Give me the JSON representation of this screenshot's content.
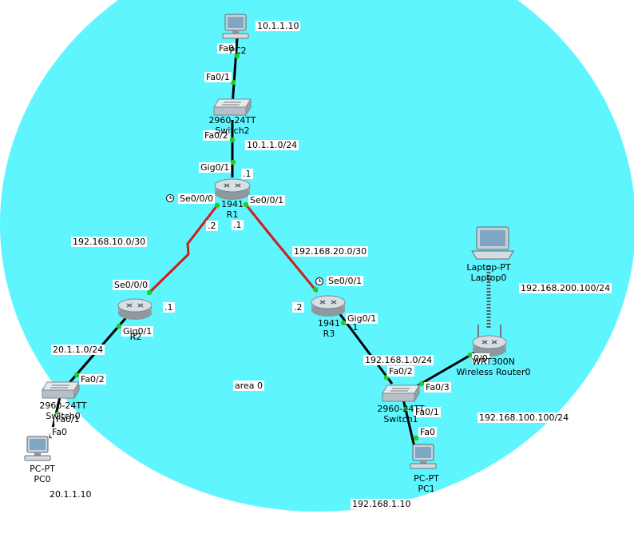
{
  "colors": {
    "area": "#5ef5ff",
    "ethernet": "#000000",
    "serial": "#cc1f1a",
    "port_up": "#22cc22",
    "wireless": "#5a5a5a"
  },
  "area_label": "area 0",
  "devices": {
    "pc2": {
      "model": "",
      "name": "PC2",
      "ip": "10.1.1.10",
      "icon": "pc-icon"
    },
    "switch2": {
      "model": "2960-24TT",
      "name": "Switch2",
      "icon": "switch-icon"
    },
    "r1": {
      "model": "1941",
      "name": "R1",
      "icon": "router-icon"
    },
    "r2": {
      "model": "1941",
      "name": "R2",
      "icon": "router-icon"
    },
    "r3": {
      "model": "1941",
      "name": "R3",
      "icon": "router-icon"
    },
    "switch0": {
      "model": "2960-24TT",
      "name": "Switch0",
      "icon": "switch-icon"
    },
    "pc0": {
      "model": "PC-PT",
      "name": "PC0",
      "ip": "20.1.1.10",
      "icon": "pc-icon"
    },
    "switch1": {
      "model": "2960-24TT",
      "name": "Switch1",
      "icon": "switch-icon"
    },
    "pc1": {
      "model": "PC-PT",
      "name": "PC1",
      "ip": "192.168.1.10",
      "icon": "pc-icon"
    },
    "wrouter": {
      "model": "WRT300N",
      "name": "Wireless Router0",
      "icon": "wireless-router-icon"
    },
    "laptop": {
      "model": "Laptop-PT",
      "name": "Laptop0",
      "icon": "laptop-icon"
    }
  },
  "networks": {
    "net_10": "10.1.1.0/24",
    "net_192_10": "192.168.10.0/30",
    "net_192_20": "192.168.20.0/30",
    "net_20": "20.1.1.0/24",
    "net_192_1": "192.168.1.0/24",
    "net_200": "192.168.200.100/24",
    "net_100": "192.168.100.100/24"
  },
  "ports": {
    "pc2_fa0": "Fa0",
    "sw2_fa01": "Fa0/1",
    "sw2_fa02": "Fa0/2",
    "r1_gig01": "Gig0/1",
    "r1_se000": "Se0/0/0",
    "r1_se001": "Se0/0/1",
    "r2_se000": "Se0/0/0",
    "r2_gig01": "Gig0/1",
    "r3_se001": "Se0/0/1",
    "r3_gig01": "Gig0/1",
    "sw0_fa02": "Fa0/2",
    "sw0_fa01": "Fa0/1",
    "pc0_fa0": "Fa0",
    "sw1_fa02": "Fa0/2",
    "sw1_fa03": "Fa0/3",
    "sw1_fa01": "Fa0/1",
    "pc1_fa0": "Fa0",
    "wr_port": "0/0"
  },
  "host_octets": {
    "r1_gig": ".1",
    "r1_se000": ".2",
    "r1_se001": ".1",
    "r2_se": ".1",
    "r3_se": ".2",
    "r3_gig": ".1"
  }
}
